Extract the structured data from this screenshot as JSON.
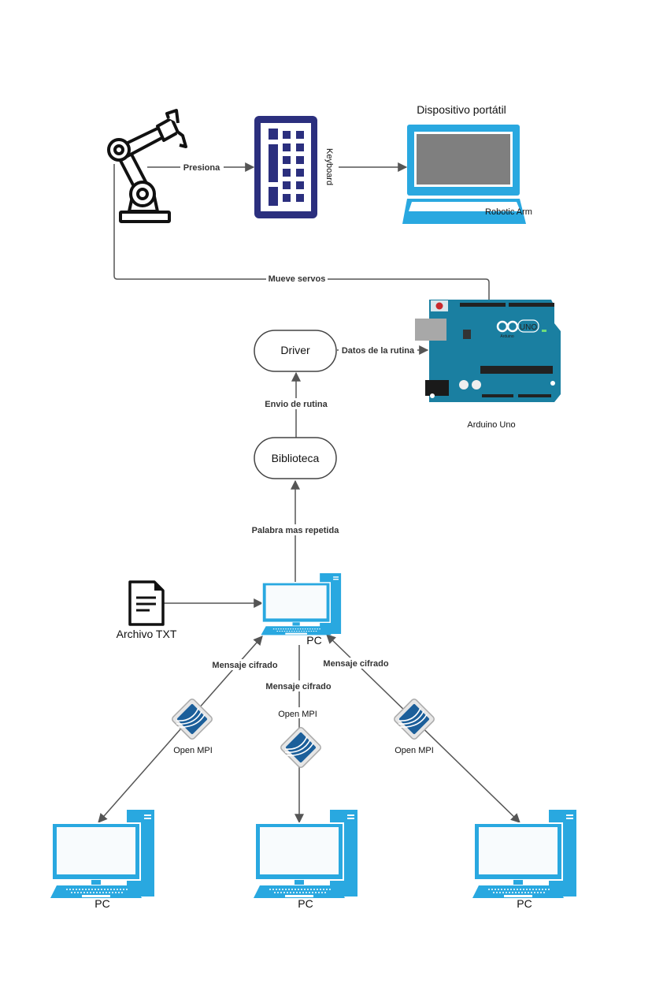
{
  "diagram": {
    "nodes": {
      "robot_arm": {
        "icon": "robot-arm-icon"
      },
      "keyboard": {
        "label": "Keyboard",
        "icon": "keyboard-icon",
        "color": "#2b2f7e"
      },
      "laptop": {
        "title": "Dispositivo portátil",
        "caption": "Robotic Arm",
        "icon": "laptop-icon",
        "color": "#29a8e0",
        "screen_color": "#7f7f7f"
      },
      "arduino": {
        "label": "Arduino Uno",
        "icon": "arduino-board-icon",
        "board_color": "#1a7fa1",
        "logo_text": "UNO",
        "brand_text": "Arduino"
      },
      "driver": {
        "label": "Driver"
      },
      "biblioteca": {
        "label": "Biblioteca"
      },
      "archivo": {
        "label": "Archivo TXT",
        "icon": "document-icon"
      },
      "pc_master": {
        "label": "PC",
        "icon": "desktop-pc-icon",
        "color": "#29a8e0"
      },
      "pc_left": {
        "label": "PC"
      },
      "pc_center": {
        "label": "PC"
      },
      "pc_right": {
        "label": "PC"
      },
      "mpi_left": {
        "label": "Open MPI",
        "icon": "open-mpi-icon"
      },
      "mpi_center": {
        "label": "Open MPI",
        "icon": "open-mpi-icon"
      },
      "mpi_right": {
        "label": "Open MPI",
        "icon": "open-mpi-icon"
      }
    },
    "edges": {
      "presiona": "Presiona",
      "mueve_servos": "Mueve servos",
      "datos_rutina": "Datos de la rutina",
      "envio_rutina": "Envio de rutina",
      "palabra_repetida": "Palabra mas repetida",
      "msg_left": "Mensaje cifrado",
      "msg_center": "Mensaje cifrado",
      "msg_right": "Mensaje cifrado"
    },
    "colors": {
      "line": "#555555",
      "pc_blue": "#29a8e0",
      "mpi_blue": "#1c5f9a"
    }
  }
}
